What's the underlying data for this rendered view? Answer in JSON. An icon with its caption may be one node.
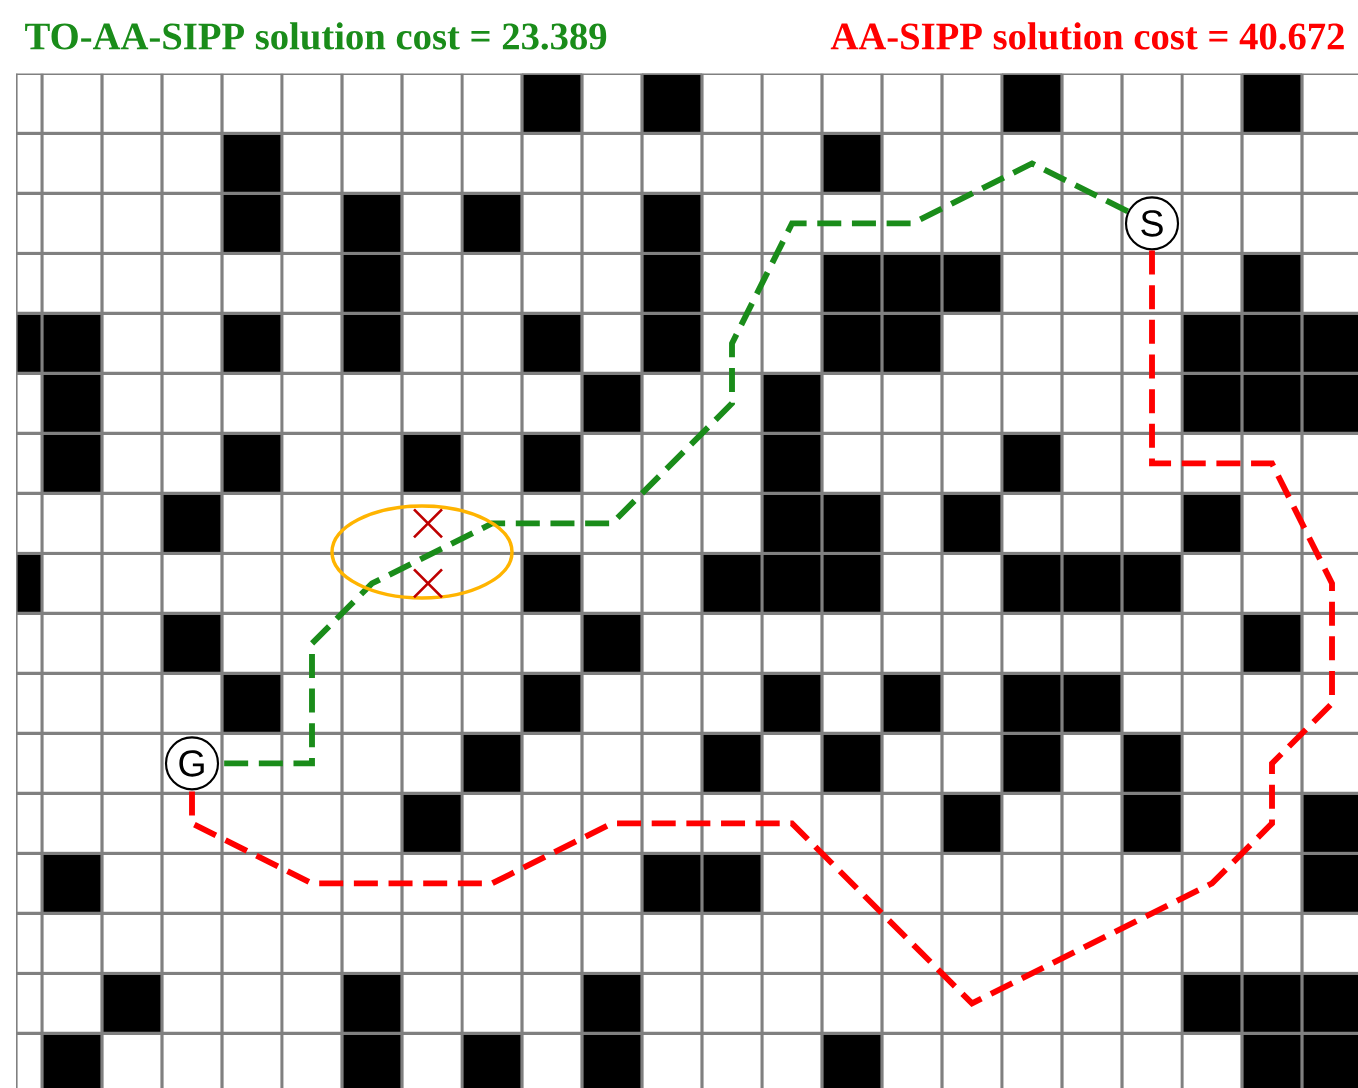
{
  "diagram": {
    "nodes": [
      {
        "text": [
          "S"
        ]
      },
      {
        "text": [
          "G"
        ]
      }
    ],
    "edges": [
      {
        "from": 0,
        "to": 1,
        "arrow": "none",
        "style": "dashed",
        "color": "#1a8c1a"
      },
      {
        "from": 0,
        "to": 1,
        "arrow": "none",
        "style": "dashed",
        "color": "#ff0000"
      }
    ],
    "labels": [
      "TO-AA-SIPP solution cost = 23.389",
      "AA-SIPP solution cost = 40.672"
    ]
  }
}
